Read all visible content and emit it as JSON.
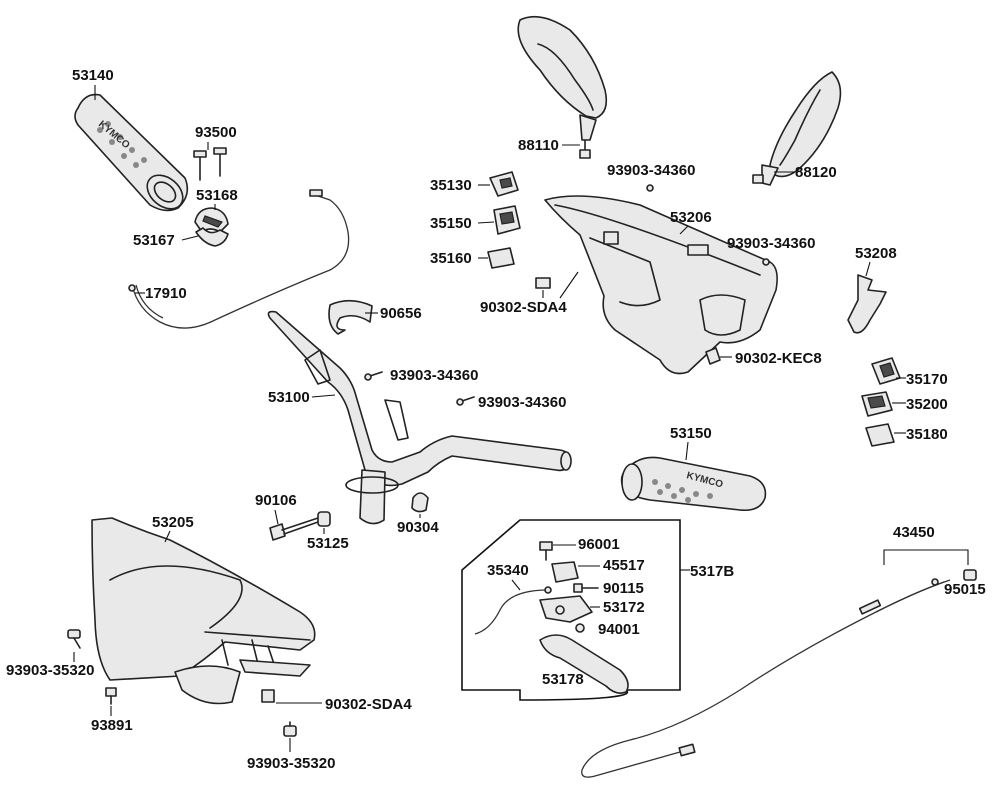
{
  "labels": {
    "p53140": "53140",
    "p93500": "93500",
    "p53168": "53168",
    "p53167": "53167",
    "p17910": "17910",
    "p90656": "90656",
    "p88110": "88110",
    "p93903_a": "93903-34360",
    "p88120": "88120",
    "p35130": "35130",
    "p35150": "35150",
    "p35160": "35160",
    "p53206": "53206",
    "p93903_b": "93903-34360",
    "p53208": "53208",
    "p90302_sda4_a": "90302-SDA4",
    "p90302_kec8": "90302-KEC8",
    "p35170": "35170",
    "p35200": "35200",
    "p35180": "35180",
    "p93903_c": "93903-34360",
    "p53100": "53100",
    "p93903_d": "93903-34360",
    "p53150": "53150",
    "p90106": "90106",
    "p53125": "53125",
    "p90304": "90304",
    "p53205": "53205",
    "p96001": "96001",
    "p45517": "45517",
    "p35340": "35340",
    "p90115": "90115",
    "p5317b": "5317B",
    "p53172": "53172",
    "p94001": "94001",
    "p53178": "53178",
    "p43450": "43450",
    "p95015": "95015",
    "p93903_35320_a": "93903-35320",
    "p93891": "93891",
    "p90302_sda4_b": "90302-SDA4",
    "p93903_35320_b": "93903-35320"
  },
  "grip_brand_left": "KYMCO",
  "grip_brand_right": "KYMCO"
}
